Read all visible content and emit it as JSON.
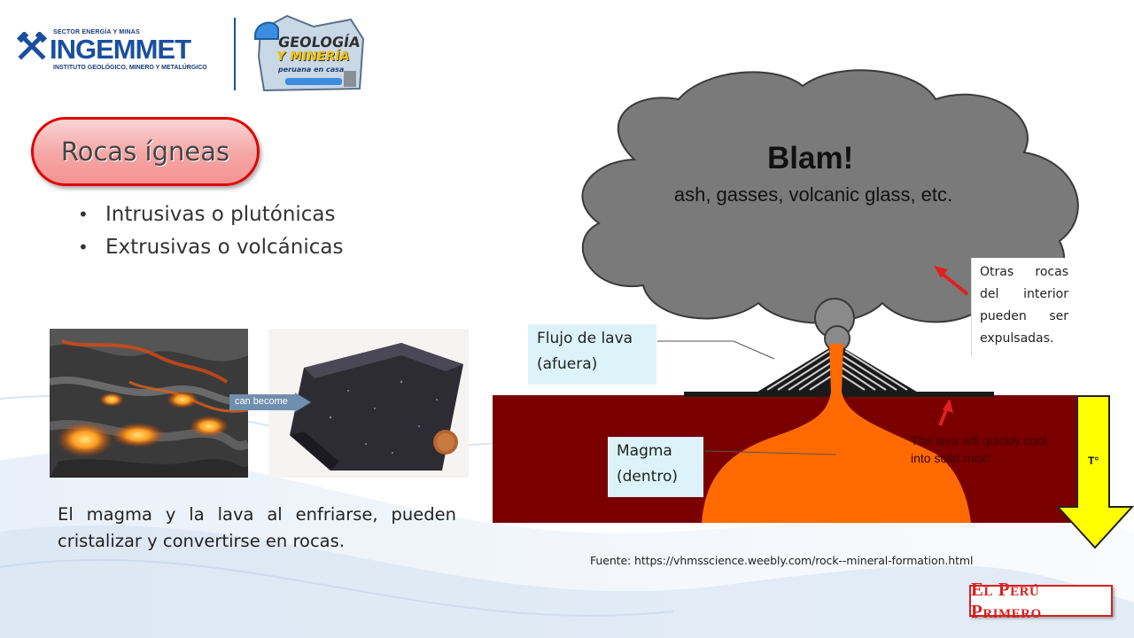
{
  "header": {
    "ingemmet": {
      "sector": "SECTOR ENERGÍA Y MINAS",
      "name": "INGEMMET",
      "subtitle": "INSTITUTO GEOLÓGICO, MINERO Y METALÚRGICO"
    },
    "geologia_logo": {
      "line1": "GEOLOGÍA",
      "line2": "Y MINERÍA",
      "line3": "peruana en casa"
    }
  },
  "title": "Rocas ígneas",
  "bullets": [
    "Intrusivas o plutónicas",
    "Extrusivas o volcánicas"
  ],
  "photos": {
    "arrow_label": "can become"
  },
  "paragraph": "El magma y la lava al enfriarse, pueden cristalizar y convertirse en rocas.",
  "diagram": {
    "cloud_title": "Blam!",
    "cloud_text": "ash, gasses, volcanic glass, etc.",
    "cool_text": "The lava will quickly cool into solid rock!",
    "label_lava": "Flujo de lava (afuera)",
    "label_magma": "Magma (dentro)",
    "note": "Otras rocas del interior pueden ser expulsadas.",
    "temp_label": "T°"
  },
  "source": "Fuente: https://vhmsscience.weebly.com/rock--mineral-formation.html",
  "footer_logo": "El Perú Primero",
  "colors": {
    "pill_border": "#e00000",
    "cloud": "#7a7a7a",
    "ground": "#7a0000",
    "magma": "#ff6a00",
    "arrow": "#ffff00",
    "label_bg": "#dcf3fa"
  }
}
